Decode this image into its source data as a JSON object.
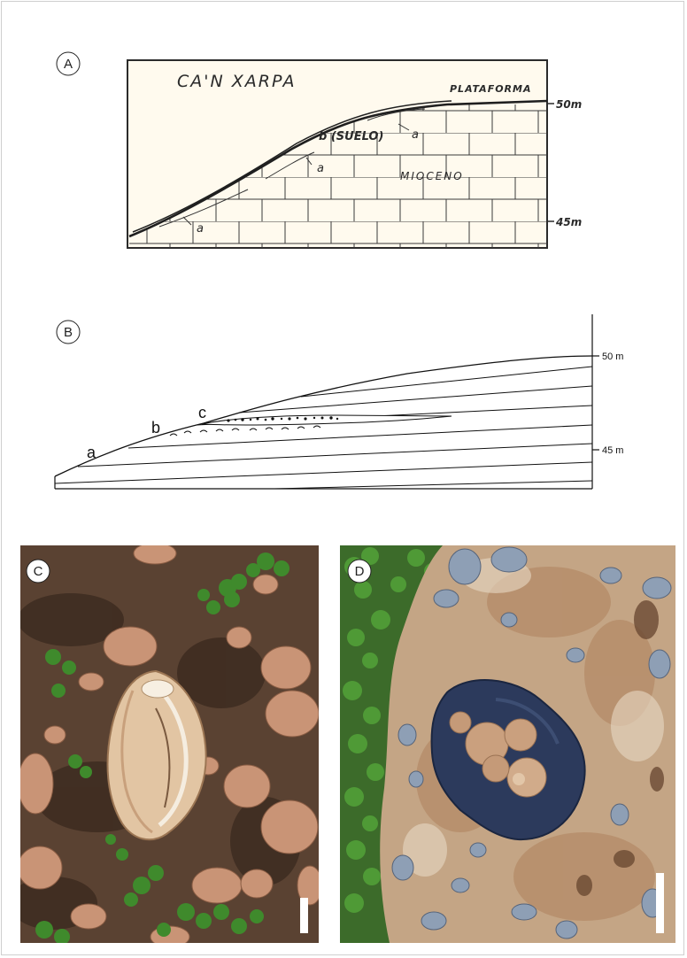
{
  "panels": {
    "a": {
      "letter": "A",
      "site_name": "CA'N XARPA",
      "plataforma": "PLATAFORMA",
      "top_elevation": "50m",
      "bottom_elevation": "45m",
      "b_suelo": "b (SUELO)",
      "marker_a": "a",
      "mioceno": "MIOCENO",
      "paper_color": "#fffaee",
      "ink_color": "#2b2b2b"
    },
    "b": {
      "letter": "B",
      "label_a": "a",
      "label_b": "b",
      "label_c": "c",
      "top_elevation": "50 m",
      "bottom_elevation": "45 m"
    },
    "c": {
      "letter": "C",
      "subject": "fossil gastropod shell on reddish soil with clover",
      "scale_bar_color": "#ffffff"
    },
    "d": {
      "letter": "D",
      "subject": "conglomerate with grey pebbles and clover",
      "scale_bar_color": "#ffffff"
    }
  },
  "colors": {
    "soil_dark": "#4a3527",
    "soil_red": "#9b6a4d",
    "pebble": "#c99476",
    "leaf": "#3f8a2c",
    "shell": "#e2c5a3",
    "rock": "#c4a585",
    "clast_blue": "#2c3a5c",
    "clast_grey": "#8e9fb5"
  }
}
